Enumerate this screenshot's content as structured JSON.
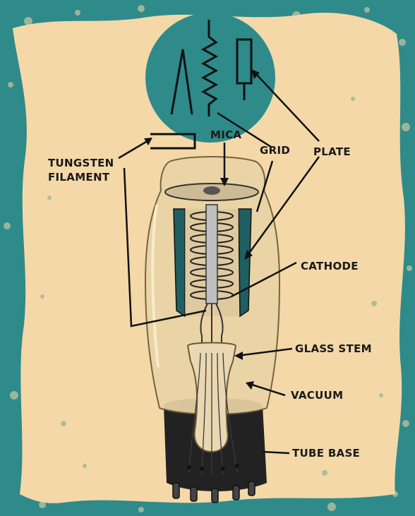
{
  "labels": {
    "mica": "MICA",
    "grid": "GRID",
    "plate": "PLATE",
    "tungsten_filament_line1": "TUNGSTEN",
    "tungsten_filament_line2": "FILAMENT",
    "cathode": "CATHODE",
    "glass_stem": "GLASS STEM",
    "vacuum": "VACUUM",
    "tube_base": "TUBE BASE"
  },
  "icons": {
    "schematic": "vacuum-tube-schematic-symbol",
    "tube": "vacuum-tube-cutaway"
  },
  "colors": {
    "paper": "#f4d8a8",
    "teal": "#2f8a8a",
    "ink": "#1a1a1a",
    "glass": "#ead3a5"
  }
}
